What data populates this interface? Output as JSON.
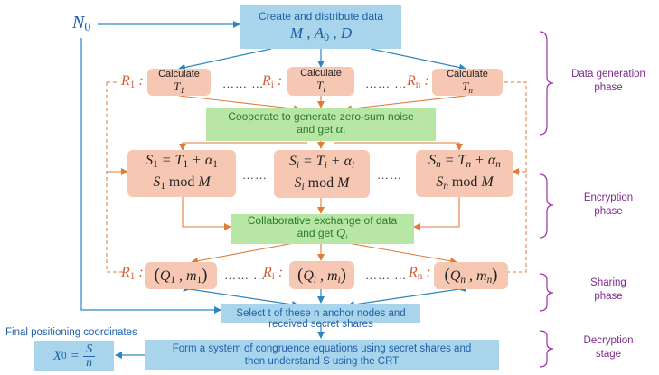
{
  "colors": {
    "blue_box": "#a8d5ec",
    "green_box": "#b8e6a5",
    "pink_box": "#f6c8b3",
    "arrow": "#2e86c1",
    "dash": "#e07b39",
    "brace": "#9b30a8",
    "phase_text": "#7a2a8a",
    "r_label": "#d1603a"
  },
  "input": {
    "sym": "N",
    "sub": "0"
  },
  "create_box": {
    "line1": "Create and distribute data",
    "line2": "M , A , D",
    "line2_sub": "0"
  },
  "calc_row": {
    "label": "Calculate",
    "nodes": [
      {
        "r": "R",
        "r_sub": "1",
        "t": "T",
        "t_sub": "1"
      },
      {
        "r": "R",
        "r_sub": "i",
        "t": "T",
        "t_sub": "i"
      },
      {
        "r": "R",
        "r_sub": "n",
        "t": "T",
        "t_sub": "n"
      }
    ],
    "dots": "…… …"
  },
  "noise_box": {
    "line1": "Cooperate to generate zero-sum noise",
    "line2": "and get",
    "sym": "α",
    "sym_sub": "i"
  },
  "enc_row": {
    "nodes": [
      {
        "s": "S",
        "sub": "1",
        "t": "T",
        "a": "α",
        "mod": "mod",
        "m": "M"
      },
      {
        "s": "S",
        "sub": "i",
        "t": "T",
        "a": "α",
        "mod": "mod",
        "m": "M"
      },
      {
        "s": "S",
        "sub": "n",
        "t": "T",
        "a": "α",
        "mod": "mod",
        "m": "M"
      }
    ],
    "dots": "……"
  },
  "exchange_box": {
    "line1": "Collaborative exchange of data",
    "line2": "and get",
    "sym": "Q",
    "sym_sub": "i"
  },
  "share_row": {
    "nodes": [
      {
        "r": "R",
        "r_sub": "1",
        "q": "Q",
        "m": "m",
        "sub": "1"
      },
      {
        "r": "R",
        "r_sub": "i",
        "q": "Q",
        "m": "m",
        "sub": "i"
      },
      {
        "r": "R",
        "r_sub": "n",
        "q": "Q",
        "m": "m",
        "sub": "n"
      }
    ],
    "dots": "…… …"
  },
  "select_box": {
    "line1": "Select t of these n anchor nodes and",
    "line2": "received secret shares"
  },
  "final_label": "Final positioning coordinates",
  "final_box": {
    "lhs": "X",
    "lhs_sub": "0",
    "eq": "=",
    "num": "S",
    "den": "n"
  },
  "crt_box": {
    "line1": "Form a system of congruence equations using secret shares and",
    "line2": "then understand S using the CRT"
  },
  "phases": [
    {
      "line1": "Data generation",
      "line2": "phase"
    },
    {
      "line1": "Encryption",
      "line2": "phase"
    },
    {
      "line1": "Sharing",
      "line2": "phase"
    },
    {
      "line1": "Decryption",
      "line2": "stage"
    }
  ]
}
